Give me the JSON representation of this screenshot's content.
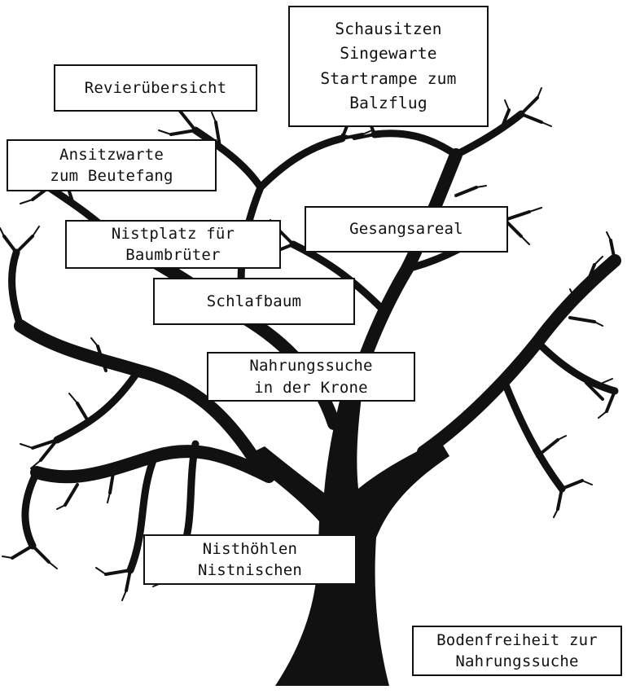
{
  "labels": {
    "revier": [
      "Revierübersicht"
    ],
    "schau": [
      "Schausitzen",
      "Singewarte",
      "Startrampe zum",
      "Balzflug"
    ],
    "ansitz": [
      "Ansitzwarte",
      "zum Beutefang"
    ],
    "gesang": [
      "Gesangsareal"
    ],
    "nistplatz": [
      "Nistplatz für",
      "Baumbrüter"
    ],
    "schlaf": [
      "Schlafbaum"
    ],
    "nahrung": [
      "Nahrungssuche",
      "in der Krone"
    ],
    "nisthoehlen": [
      "Nisthöhlen",
      "Nistnischen"
    ],
    "boden": [
      "Bodenfreiheit zur",
      "Nahrungssuche"
    ]
  },
  "colors": {
    "tree": "#111111",
    "background": "#ffffff"
  }
}
